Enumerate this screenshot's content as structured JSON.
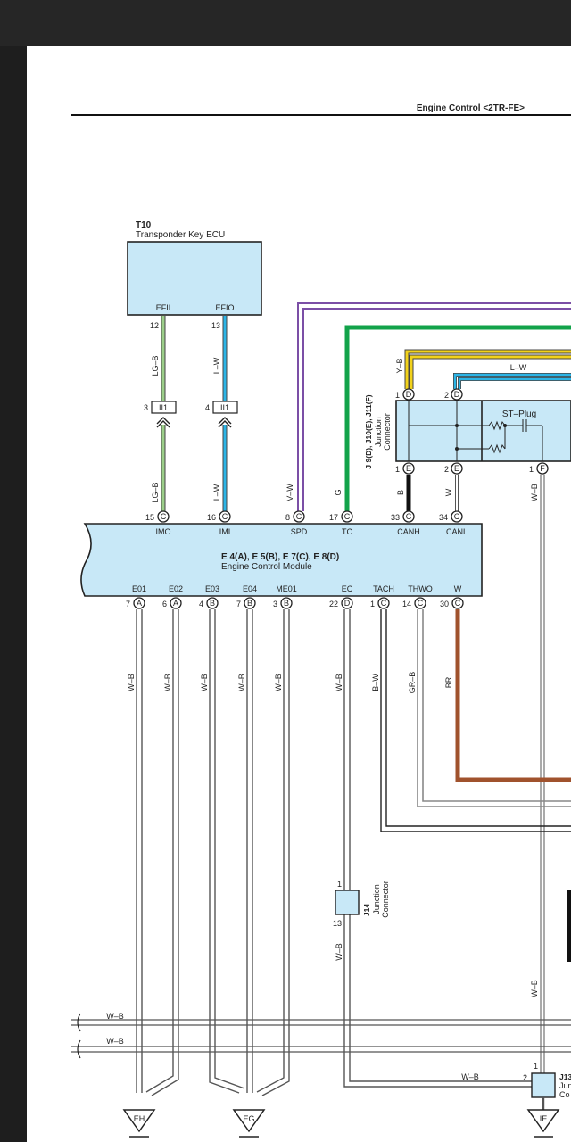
{
  "header": {
    "title": "Engine Control <2TR-FE>"
  },
  "t10": {
    "id": "T10",
    "name": "Transponder Key ECU",
    "pin1_name": "EFII",
    "pin1_no": "12",
    "pin2_name": "EFIO",
    "pin2_no": "13"
  },
  "ii1": {
    "label": "II1",
    "pin_a": "3",
    "pin_b": "4"
  },
  "jconn": {
    "ids": "J 9(D), J10(E), J11(F)",
    "line1": "Junction",
    "line2": "Connector",
    "plug": "ST–Plug",
    "top1_no": "1",
    "top1_letter": "D",
    "top2_no": "2",
    "top2_letter": "D",
    "bot1_no": "1",
    "bot1_letter": "E",
    "bot2_no": "2",
    "bot2_letter": "E",
    "bot3_no": "1",
    "bot3_letter": "F"
  },
  "ecm": {
    "ids": "E 4(A), E 5(B), E 7(C), E 8(D)",
    "name": "Engine Control Module",
    "top_pins": [
      {
        "no": "15",
        "letter": "C",
        "name": "IMO"
      },
      {
        "no": "16",
        "letter": "C",
        "name": "IMI"
      },
      {
        "no": "8",
        "letter": "C",
        "name": "SPD"
      },
      {
        "no": "17",
        "letter": "C",
        "name": "TC"
      },
      {
        "no": "33",
        "letter": "C",
        "name": "CANH"
      },
      {
        "no": "34",
        "letter": "C",
        "name": "CANL"
      }
    ],
    "bottom_pins": [
      {
        "no": "7",
        "letter": "A",
        "name": "E01"
      },
      {
        "no": "6",
        "letter": "A",
        "name": "E02"
      },
      {
        "no": "4",
        "letter": "B",
        "name": "E03"
      },
      {
        "no": "7",
        "letter": "B",
        "name": "E04"
      },
      {
        "no": "3",
        "letter": "B",
        "name": "ME01"
      },
      {
        "no": "22",
        "letter": "D",
        "name": "EC"
      },
      {
        "no": "1",
        "letter": "C",
        "name": "TACH"
      },
      {
        "no": "14",
        "letter": "C",
        "name": "THWO"
      },
      {
        "no": "30",
        "letter": "C",
        "name": "W"
      }
    ]
  },
  "wires": {
    "lgb": "LG–B",
    "lw": "L–W",
    "vw": "V–W",
    "g": "G",
    "yb": "Y–B",
    "b": "B",
    "w": "W",
    "wb": "W–B",
    "bw": "B–W",
    "grb": "GR–B",
    "br": "BR"
  },
  "j14": {
    "id": "J14",
    "line1": "Junction",
    "line2": "Connector",
    "pin_top": "1",
    "pin_bottom": "13"
  },
  "j13": {
    "id": "J13",
    "line1": "Jun",
    "line2": "Co",
    "pin_top": "1",
    "pin_left": "2"
  },
  "grounds": {
    "g1": "EH",
    "g2": "EG",
    "g3": "IE"
  },
  "colors": {
    "purple": "#7b4fa6",
    "green": "#12a34a",
    "yellow": "#f2d21b",
    "cyan": "#2bb4e6",
    "lightgreen": "#9ccf8a",
    "brown": "#a0522d",
    "box": "#c8e8f7"
  }
}
